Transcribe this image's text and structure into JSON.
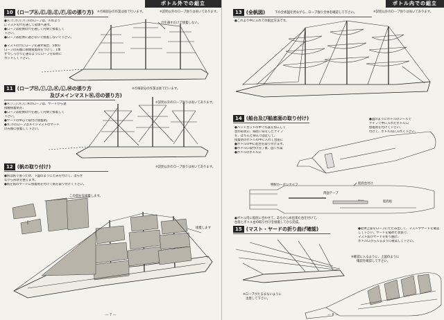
{
  "left_page": {
    "header": "ボトル外での組立",
    "footer": "— 7 —",
    "sec10": {
      "num": "10",
      "title": "(ロープⒶ,Ⓒ,Ⓓ,Ⓔ,Ⓕ,Ⓖの張り方)",
      "note_top": "※点線部分の作業は後で行います。",
      "note_right": "※説明以外のロープ張りは省いてあります。",
      "bullets": [
        "●Ⓐ,Ⓒ,Ⓓ,Ⓔ,Ⓕ,Ⓖのロープは、Ⓐのよう",
        "にマストの穴を通して船体へ通す。",
        "●ロープは船側の穴を通して内側で接着して",
        "下さい。",
        "●ロープは船体に通さないで接着しないで下さい。",
        "",
        "●マストの穴にロープを通す場合、5本の",
        "ロープの先端に瞬間接着剤をつけて、1本",
        "ずつしっかりと通るようにロープを斜めに",
        "カットして下さい。"
      ],
      "callout": "穴を通すだけで接着しない。"
    },
    "sec11": {
      "num": "11",
      "title": "(ロープⒽ,Ⓘ,Ⓙ,Ⓚ,Ⓛ,Ⓜの張り方",
      "title2": "及びメインマストⓃ,Ⓞの張り方)",
      "note_top": "※点線部分の作業は後で行います。",
      "note_right": "※説明以外のロープ張りは省いてあります。",
      "bullets": [
        "●Ⓗ,Ⓘ,Ⓙ,Ⓚ,Ⓛ,Ⓜのロープは、ヤードから連",
        "接触接着剤を、",
        "●ロープは船側の穴を通して内側で接着して",
        "下さい。",
        "●ヤードの中心で取付け接着剤。",
        "●Ⓝ,Ⓞのロープはメインマストのヤード",
        "の先端に接着して下さい。"
      ]
    },
    "sec12": {
      "num": "12",
      "title": "(帆の取り付け)",
      "note_right": "※説明以外のロープ張りは省いてあります。",
      "bullets": [
        "●帆は帆で張った状、下図のようにたみを付けて、湿らせ",
        "ながら形状を整えます。",
        "●帆を帆のヤードに接着剤を付けて帆を取り付けて下さい。"
      ],
      "callout1": "この部分を接着します。",
      "callout2": "接着します"
    }
  },
  "right_page": {
    "header": "ボトル内での組立",
    "footer": "— 8 —",
    "sec13": {
      "num": "13",
      "title": "(全帆図)",
      "intro": "下の全帆図を見ながら、ロープ張り全体を確認して下さい。",
      "intro2": "●これより中に入れての組立方法です。",
      "note_right": "※説明以外のロープ張りは省いてあります。"
    },
    "sec14": {
      "num": "14",
      "title": "(船台及び船底面の取り付け)",
      "bullets_left": [
        "●ハンドカットの中で作業を加工して",
        "台の形状に、細長い形をしたナイフ",
        "を、ぱちんと挟んで固定して、",
        "接着剤のボトルの中に入れて台座に",
        "●ボトルの中に船台を取り付けます。",
        "●ボトルに取付け完了後、固く作業",
        "●ボトルのボトルに"
      ],
      "bullets_right": [
        "●図のようにボトルのシールで",
        "ナイフで中に入れたボトル口",
        "接着剤を付けて下さい。",
        "付けて、ボトル内に入れて下さい。"
      ],
      "label_tool": "特製カーボンナイフ",
      "label_bar": "船底台付け",
      "label_tape": "両面テープ",
      "label_center": "船台",
      "label_base": "船底板",
      "bottom_note1": "●ボトル内に船底に合わせて、あらかじめ出来た台を付けて、",
      "bottom_note2": "台座とボトル台の取り付けを接着してから完成。"
    },
    "sec15": {
      "num": "15",
      "title": "(マスト・ヤードの折り曲げ確認)",
      "bullets": [
        "●船体上部をロープにたたみ出して、マストやヤードを確認",
        "して下さい。ヤードを縮めた状態で、",
        "マスト及びヤードを折り曲げ、",
        "ボトル口から入るように確認して下さい。"
      ],
      "callout1": "※確認に入るように、上図のように",
      "callout1b": "確認を確認して下さい。",
      "callout2": "※ロープがたるまないように",
      "callout2b": "注意して下さい。"
    }
  }
}
